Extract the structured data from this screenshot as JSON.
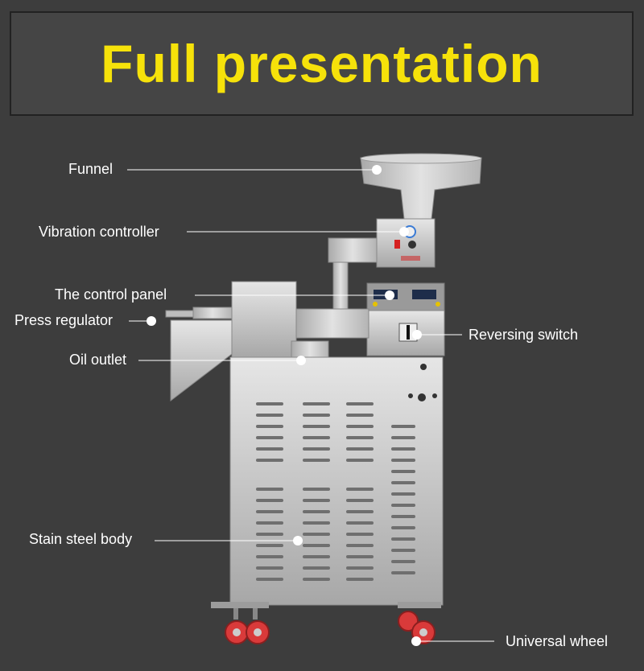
{
  "title": "Full presentation",
  "colors": {
    "title": "#f6e20a",
    "background": "#3d3d3d",
    "steel": "#c9c9c9",
    "wheel": "#d93a3a"
  },
  "labels": {
    "funnel": "Funnel",
    "vibration_controller": "Vibration controller",
    "control_panel": "The control panel",
    "press_regulator": "Press regulator",
    "oil_outlet": "Oil outlet",
    "reversing_switch": "Reversing switch",
    "stain_steel_body": "Stain steel body",
    "universal_wheel": "Universal wheel"
  }
}
